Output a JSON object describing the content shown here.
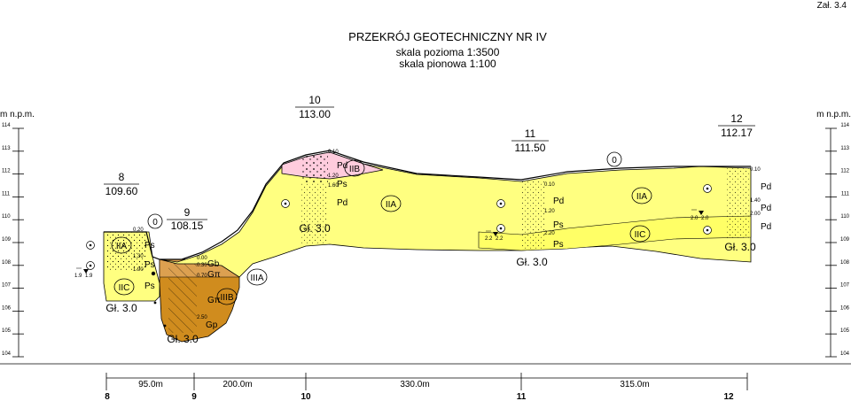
{
  "header": {
    "annex": "Zał. 3.4",
    "title": "PRZEKRÓJ GEOTECHNICZNY NR IV",
    "scale_h": "skala pozioma 1:3500",
    "scale_v": "skala pionowa 1:100"
  },
  "axis": {
    "unit": "m n.p.m.",
    "levels": [
      "114",
      "113",
      "112",
      "111",
      "110",
      "109",
      "108",
      "107",
      "106",
      "105",
      "104"
    ]
  },
  "colors": {
    "pd_ps_sand": "#ffff80",
    "gliny": "#d08c1e",
    "gb_layer": "#dca050",
    "peat_pd": "#ffccdd",
    "line": "#000000"
  },
  "boreholes": [
    {
      "no": "8",
      "elev": "109.60",
      "depth": "Gł. 3.0",
      "marks": [
        "0.20",
        "1.30",
        "1.90"
      ],
      "soils": [
        "Ps",
        "Ps",
        "Ps"
      ],
      "water": [
        "1.9",
        "1.9"
      ]
    },
    {
      "no": "9",
      "elev": "108.15",
      "depth": "Gł. 3.0",
      "marks": [
        "0.00",
        "0.30",
        "0.70",
        "2.50"
      ],
      "soils": [
        "Gb",
        "Gπ",
        "Gπ",
        "Gp"
      ]
    },
    {
      "no": "10",
      "elev": "113.00",
      "depth": "Gł. 3.0",
      "marks": [
        "0.10",
        "1.20",
        "1.60"
      ],
      "soils": [
        "Pd",
        "Ps",
        "Pd"
      ]
    },
    {
      "no": "11",
      "elev": "111.50",
      "depth": "Gł. 3.0",
      "marks": [
        "0.10",
        "1.20",
        "2.20"
      ],
      "soils": [
        "Pd",
        "Ps"
      ],
      "water": [
        "2.2",
        "2.2"
      ]
    },
    {
      "no": "12",
      "elev": "112.17",
      "depth": "Gł. 3.0",
      "marks": [
        "0.10",
        "1.40",
        "2.00"
      ],
      "soils": [
        "Pd",
        "Pd",
        "Pd"
      ],
      "water": [
        "2.0",
        "2.0"
      ]
    }
  ],
  "layer_labels": [
    "IIA",
    "IIC",
    "IIB",
    "IIA",
    "IIIA",
    "IIIB",
    "IIA",
    "IIC"
  ],
  "zero_marks": [
    "0",
    "0"
  ],
  "distances": [
    "95.0m",
    "200.0m",
    "330.0m",
    "315.0m"
  ],
  "bottom_numbers": [
    "8",
    "9",
    "10",
    "11",
    "12"
  ]
}
